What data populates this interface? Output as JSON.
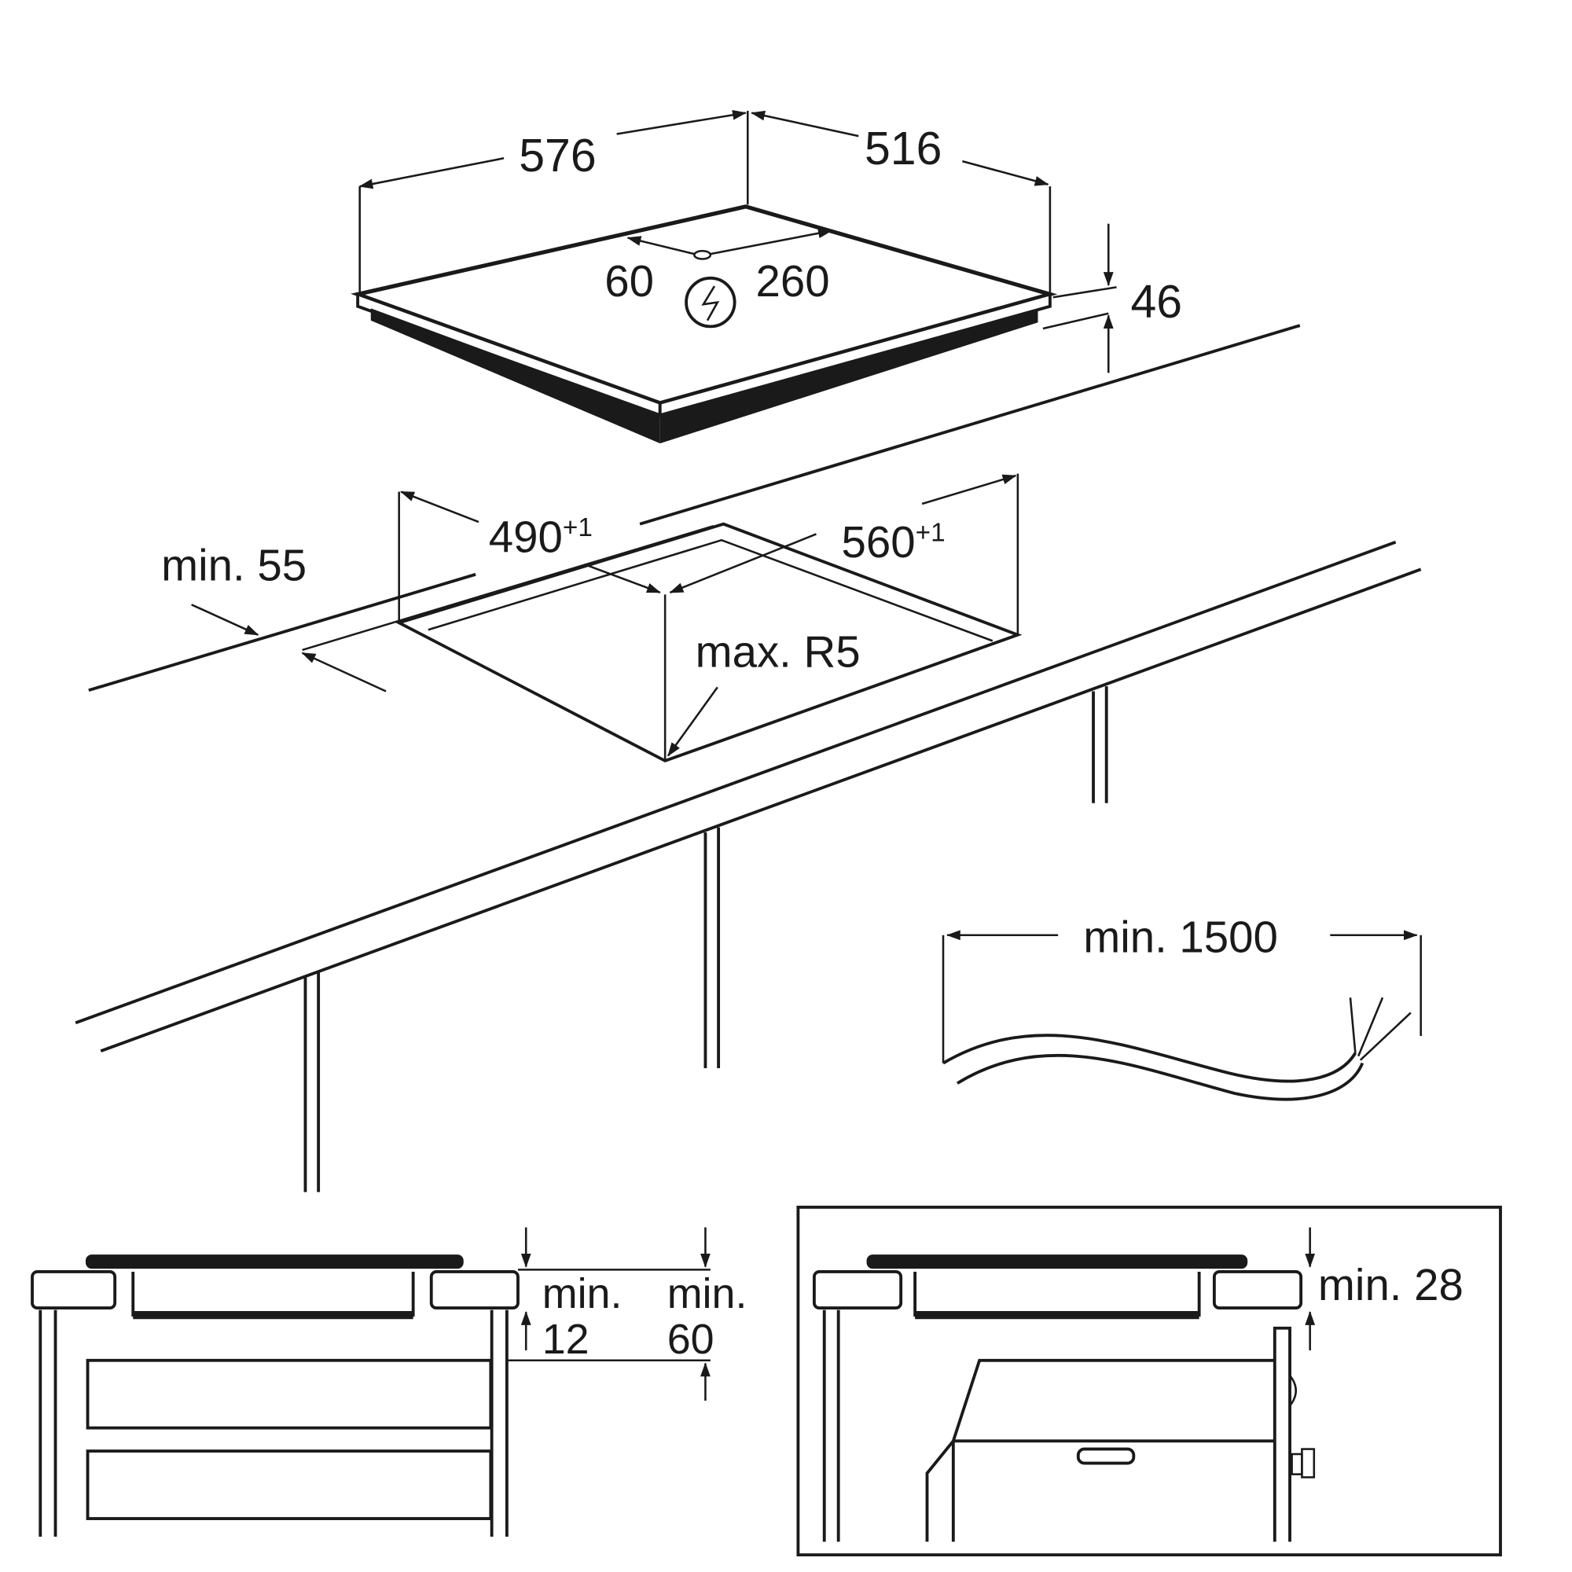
{
  "dimensions": {
    "hob_width": "576",
    "hob_depth": "516",
    "cable_offset_left": "60",
    "cable_offset_right": "260",
    "hob_height": "46",
    "cutout_depth": "490",
    "cutout_depth_tol": "+1",
    "cutout_width": "560",
    "cutout_width_tol": "+1",
    "front_min": "min. 55",
    "corner_radius": "max. R5",
    "cable_length": "min. 1500"
  },
  "section_left": {
    "min_a": "min.",
    "val_a": "12",
    "min_b": "min.",
    "val_b": "60"
  },
  "section_right": {
    "min_c": "min. 28"
  },
  "icons": [
    "electrical-connection-icon"
  ],
  "colors": {
    "ink": "#1a1a1a",
    "background": "#ffffff"
  }
}
